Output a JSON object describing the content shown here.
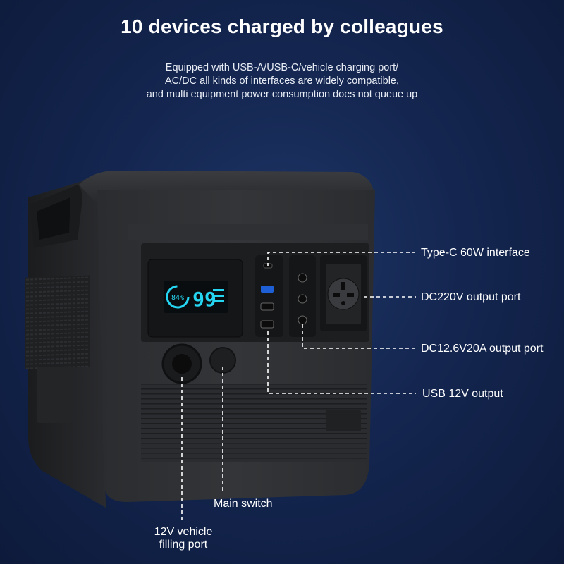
{
  "header": {
    "title": "10 devices charged by colleagues",
    "description": [
      "Equipped with USB-A/USB-C/vehicle charging port/",
      "AC/DC all kinds of interfaces are widely compatible,",
      "and multi equipment power consumption does not queue up"
    ]
  },
  "display": {
    "battery_percent": "84%",
    "big_number": "99"
  },
  "callouts": {
    "typec": "Type-C 60W interface",
    "dc220": "DC220V output port",
    "dc126": "DC12.6V20A output port",
    "usb12": "USB 12V output",
    "main_switch": "Main switch",
    "vehicle_line1": "12V vehicle",
    "vehicle_line2": "filling port"
  },
  "colors": {
    "background": "#142650",
    "lcd_accent": "#25d6f2",
    "body": "#2b2d30"
  }
}
